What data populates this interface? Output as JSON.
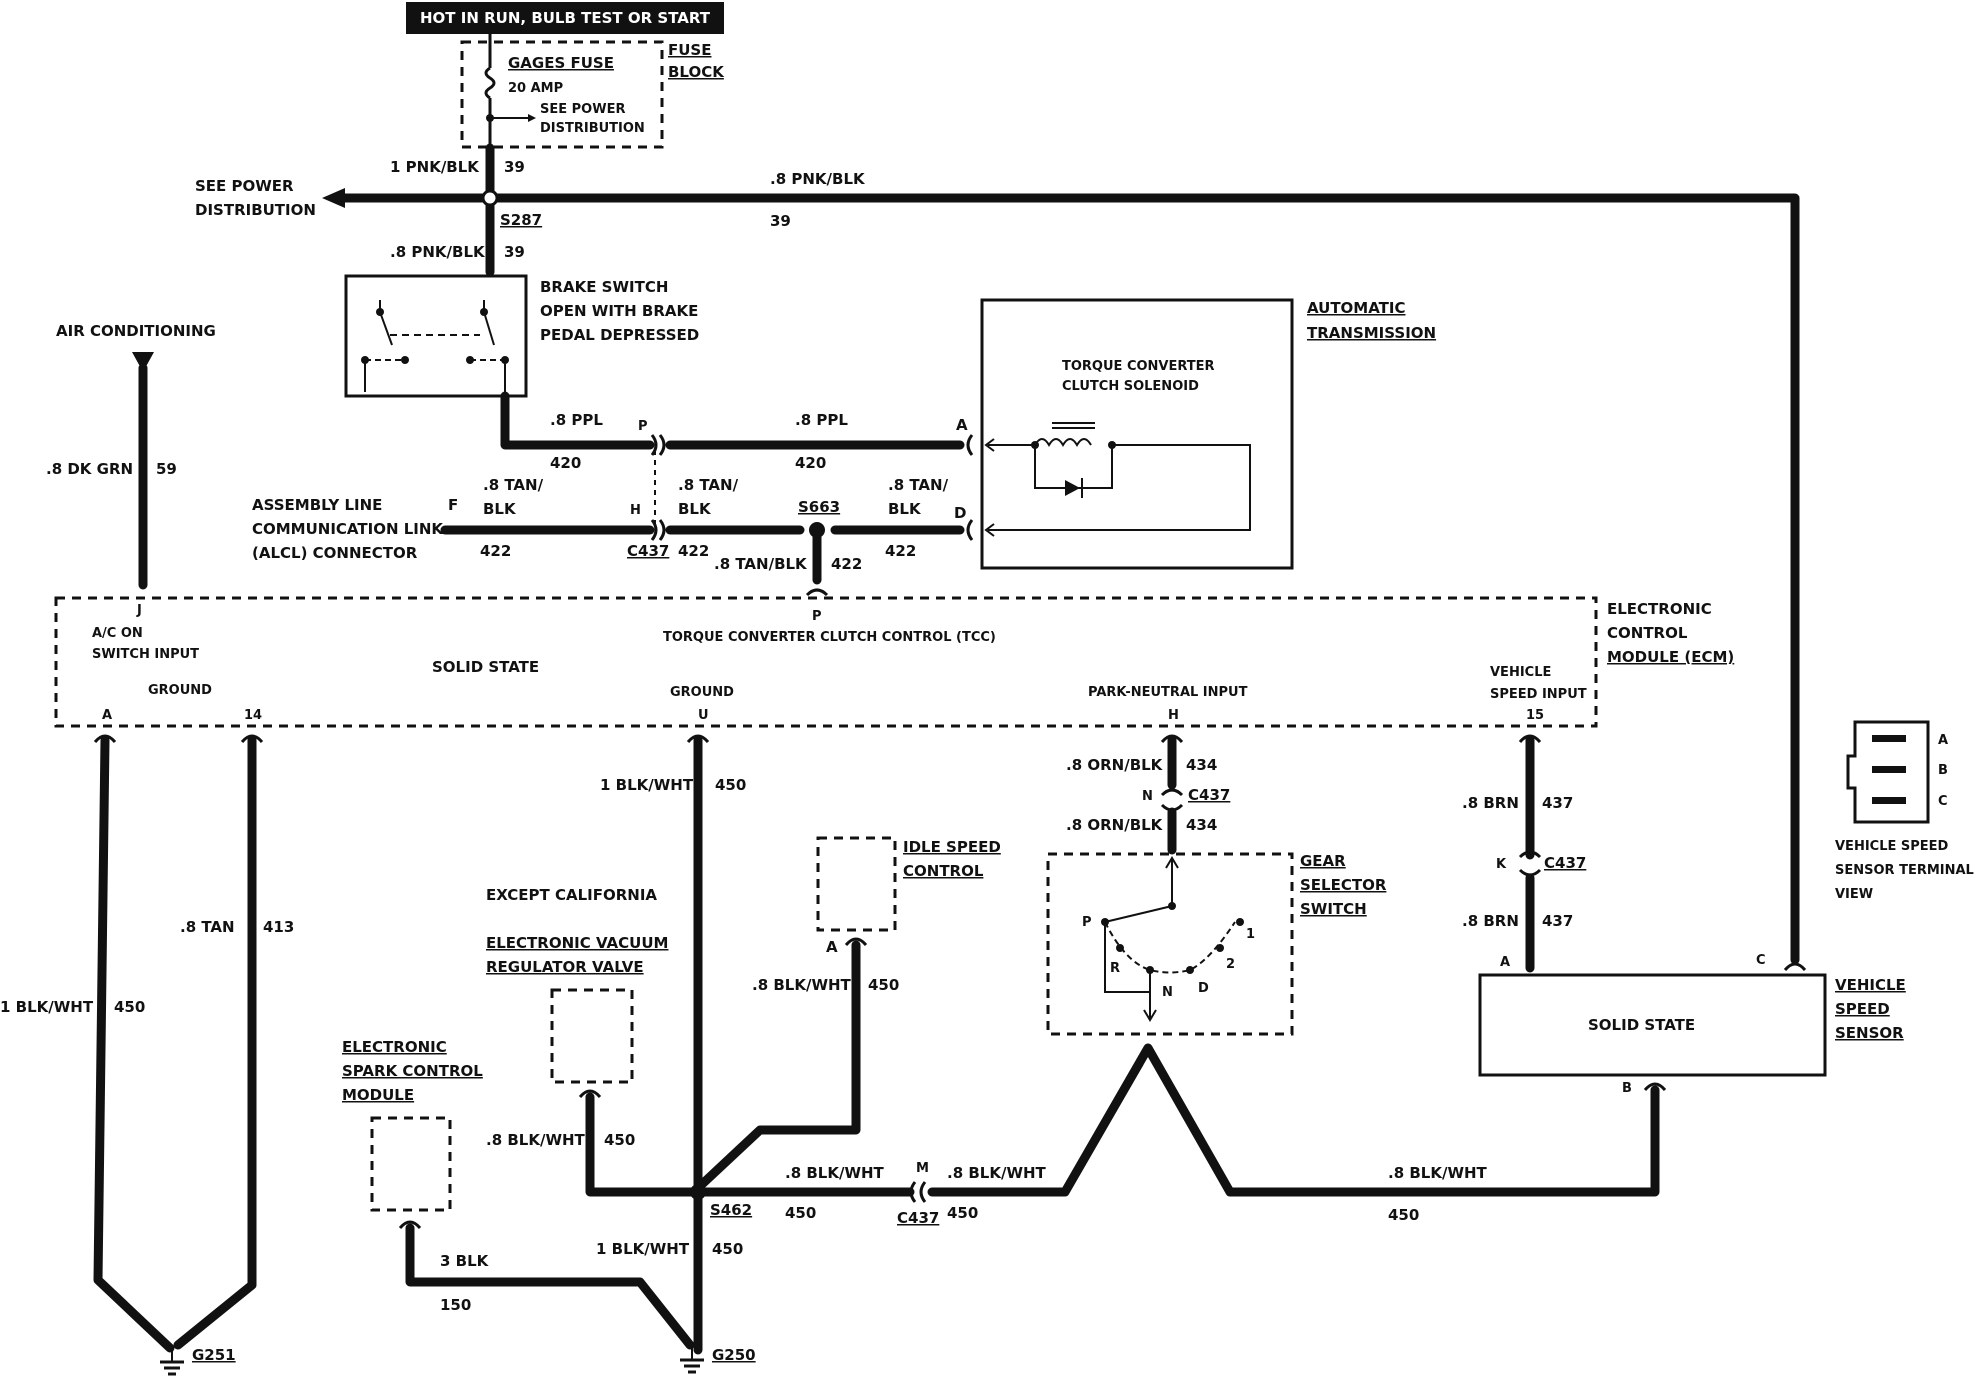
{
  "header": {
    "power": "HOT IN RUN, BULB TEST OR START"
  },
  "fuse": {
    "name": "GAGES FUSE",
    "rating": "20 AMP",
    "ref1": "SEE POWER",
    "ref2": "DISTRIBUTION",
    "block1": "FUSE",
    "block2": "BLOCK"
  },
  "power_dist": {
    "l1": "SEE POWER",
    "l2": "DISTRIBUTION"
  },
  "wires": {
    "w1": "1 PNK/BLK",
    "c39a": "39",
    "w2": ".8 PNK/BLK",
    "c39b": "39",
    "w3": ".8 PNK/BLK",
    "c39c": "39",
    "splice_s287": "S287",
    "ppl_a": ".8 PPL",
    "c420a": "420",
    "ppl_b": ".8 PPL",
    "c420b": "420",
    "tan1_a": ".8 TAN/",
    "tan1_b": "BLK",
    "c422a": "422",
    "tan2_a": ".8 TAN/",
    "tan2_b": "BLK",
    "c422b": "422",
    "tan3_a": ".8 TAN/",
    "tan3_b": "BLK",
    "c422c": "422",
    "tanblk": ".8 TAN/BLK",
    "c422d": "422",
    "c437a": "C437",
    "s663": "S663",
    "dkgrn": ".8 DK GRN",
    "c59": "59",
    "blkwht_l": "1 BLK/WHT",
    "c450_l": "450",
    "tan413": ".8 TAN",
    "c413": "413",
    "blkwht_ctr": "1 BLK/WHT",
    "c450_ctr": "450",
    "blkwht_isc": ".8 BLK/WHT",
    "c450_isc": "450",
    "blkwht_evr": ".8 BLK/WHT",
    "c450_evr": "450",
    "blkwht_h1": ".8 BLK/WHT",
    "c450_h1": "450",
    "blkwht_h2": ".8 BLK/WHT",
    "c450_h2": "450",
    "blkwht_h3": ".8 BLK/WHT",
    "c450_h3": "450",
    "blkwht_g": "1 BLK/WHT",
    "c450_g": "450",
    "blk3": "3 BLK",
    "c150": "150",
    "s462": "S462",
    "c437b": "C437",
    "orn1": ".8 ORN/BLK",
    "c434a": "434",
    "orn2": ".8 ORN/BLK",
    "c434b": "434",
    "c437c": "C437",
    "brn1": ".8 BRN",
    "c437n1": "437",
    "brn2": ".8 BRN",
    "c437n2": "437",
    "c437d": "C437"
  },
  "pins": {
    "P": "P",
    "A": "A",
    "F": "F",
    "H": "H",
    "D": "D",
    "J": "J",
    "P2": "P",
    "A2": "A",
    "p14": "14",
    "U": "U",
    "H2": "H",
    "p15": "15",
    "N": "N",
    "K": "K",
    "A3": "A",
    "C": "C",
    "B": "B",
    "M": "M",
    "A4": "A"
  },
  "brake": {
    "l1": "BRAKE SWITCH",
    "l2": "OPEN WITH BRAKE",
    "l3": "PEDAL DEPRESSED"
  },
  "trans": {
    "title1": "AUTOMATIC",
    "title2": "TRANSMISSION",
    "sol1": "TORQUE CONVERTER",
    "sol2": "CLUTCH SOLENOID"
  },
  "alcl": {
    "l1": "ASSEMBLY LINE",
    "l2": "COMMUNICATION LINK",
    "l3": "(ALCL) CONNECTOR"
  },
  "ac": {
    "label": "AIR  CONDITIONING"
  },
  "ecm": {
    "t1": "ELECTRONIC",
    "t2": "CONTROL",
    "t3": "MODULE (ECM)",
    "ac_in1": "A/C ON",
    "ac_in2": "SWITCH INPUT",
    "solid": "SOLID STATE",
    "ground1": "GROUND",
    "ground2": "GROUND",
    "tcc": "TORQUE CONVERTER CLUTCH CONTROL (TCC)",
    "pn": "PARK-NEUTRAL INPUT",
    "vs1": "VEHICLE",
    "vs2": "SPEED INPUT"
  },
  "isc": {
    "l1": "IDLE SPEED",
    "l2": "CONTROL"
  },
  "evrv": {
    "ex": "EXCEPT CALIFORNIA",
    "l1": "ELECTRONIC VACUUM",
    "l2": "REGULATOR VALVE"
  },
  "escm": {
    "l1": "ELECTRONIC",
    "l2": "SPARK CONTROL",
    "l3": "MODULE"
  },
  "gear": {
    "l1": "GEAR",
    "l2": "SELECTOR",
    "l3": "SWITCH",
    "P": "P",
    "R": "R",
    "N": "N",
    "D": "D",
    "g2": "2",
    "g1": "1"
  },
  "vss": {
    "solid": "SOLID STATE",
    "l1": "VEHICLE",
    "l2": "SPEED",
    "l3": "SENSOR"
  },
  "term": {
    "A": "A",
    "B": "B",
    "C": "C",
    "l1": "VEHICLE SPEED",
    "l2": "SENSOR TERMINAL",
    "l3": "VIEW"
  },
  "grounds": {
    "g251": "G251",
    "g250": "G250"
  }
}
